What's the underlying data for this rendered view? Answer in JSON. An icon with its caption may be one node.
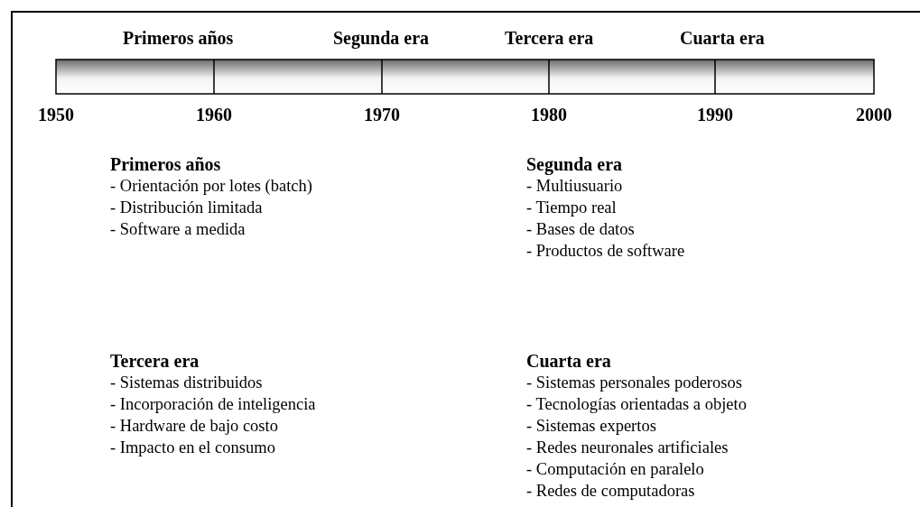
{
  "diagram": {
    "labels": [
      "Primeros años",
      "Segunda era",
      "Tercera era",
      "Cuarta era",
      "1950",
      "1960",
      "1970",
      "1980",
      "1990",
      "2000",
      "Primeros años",
      "- Orientación por lotes (batch)",
      "- Distribución limitada",
      "- Software a medida",
      "Segunda era",
      "- Multiusuario",
      "- Tiempo real",
      "- Bases de datos",
      "- Productos de software",
      "Tercera era",
      "- Sistemas distribuidos",
      "- Incorporación de inteligencia",
      "- Hardware de bajo costo",
      "- Impacto en el consumo",
      "Cuarta era",
      "- Sistemas personales poderosos",
      "- Tecnologías orientadas a objeto",
      "- Sistemas expertos",
      "- Redes neuronales artificiales",
      "- Computación en paralelo",
      "- Redes de computadoras"
    ]
  }
}
